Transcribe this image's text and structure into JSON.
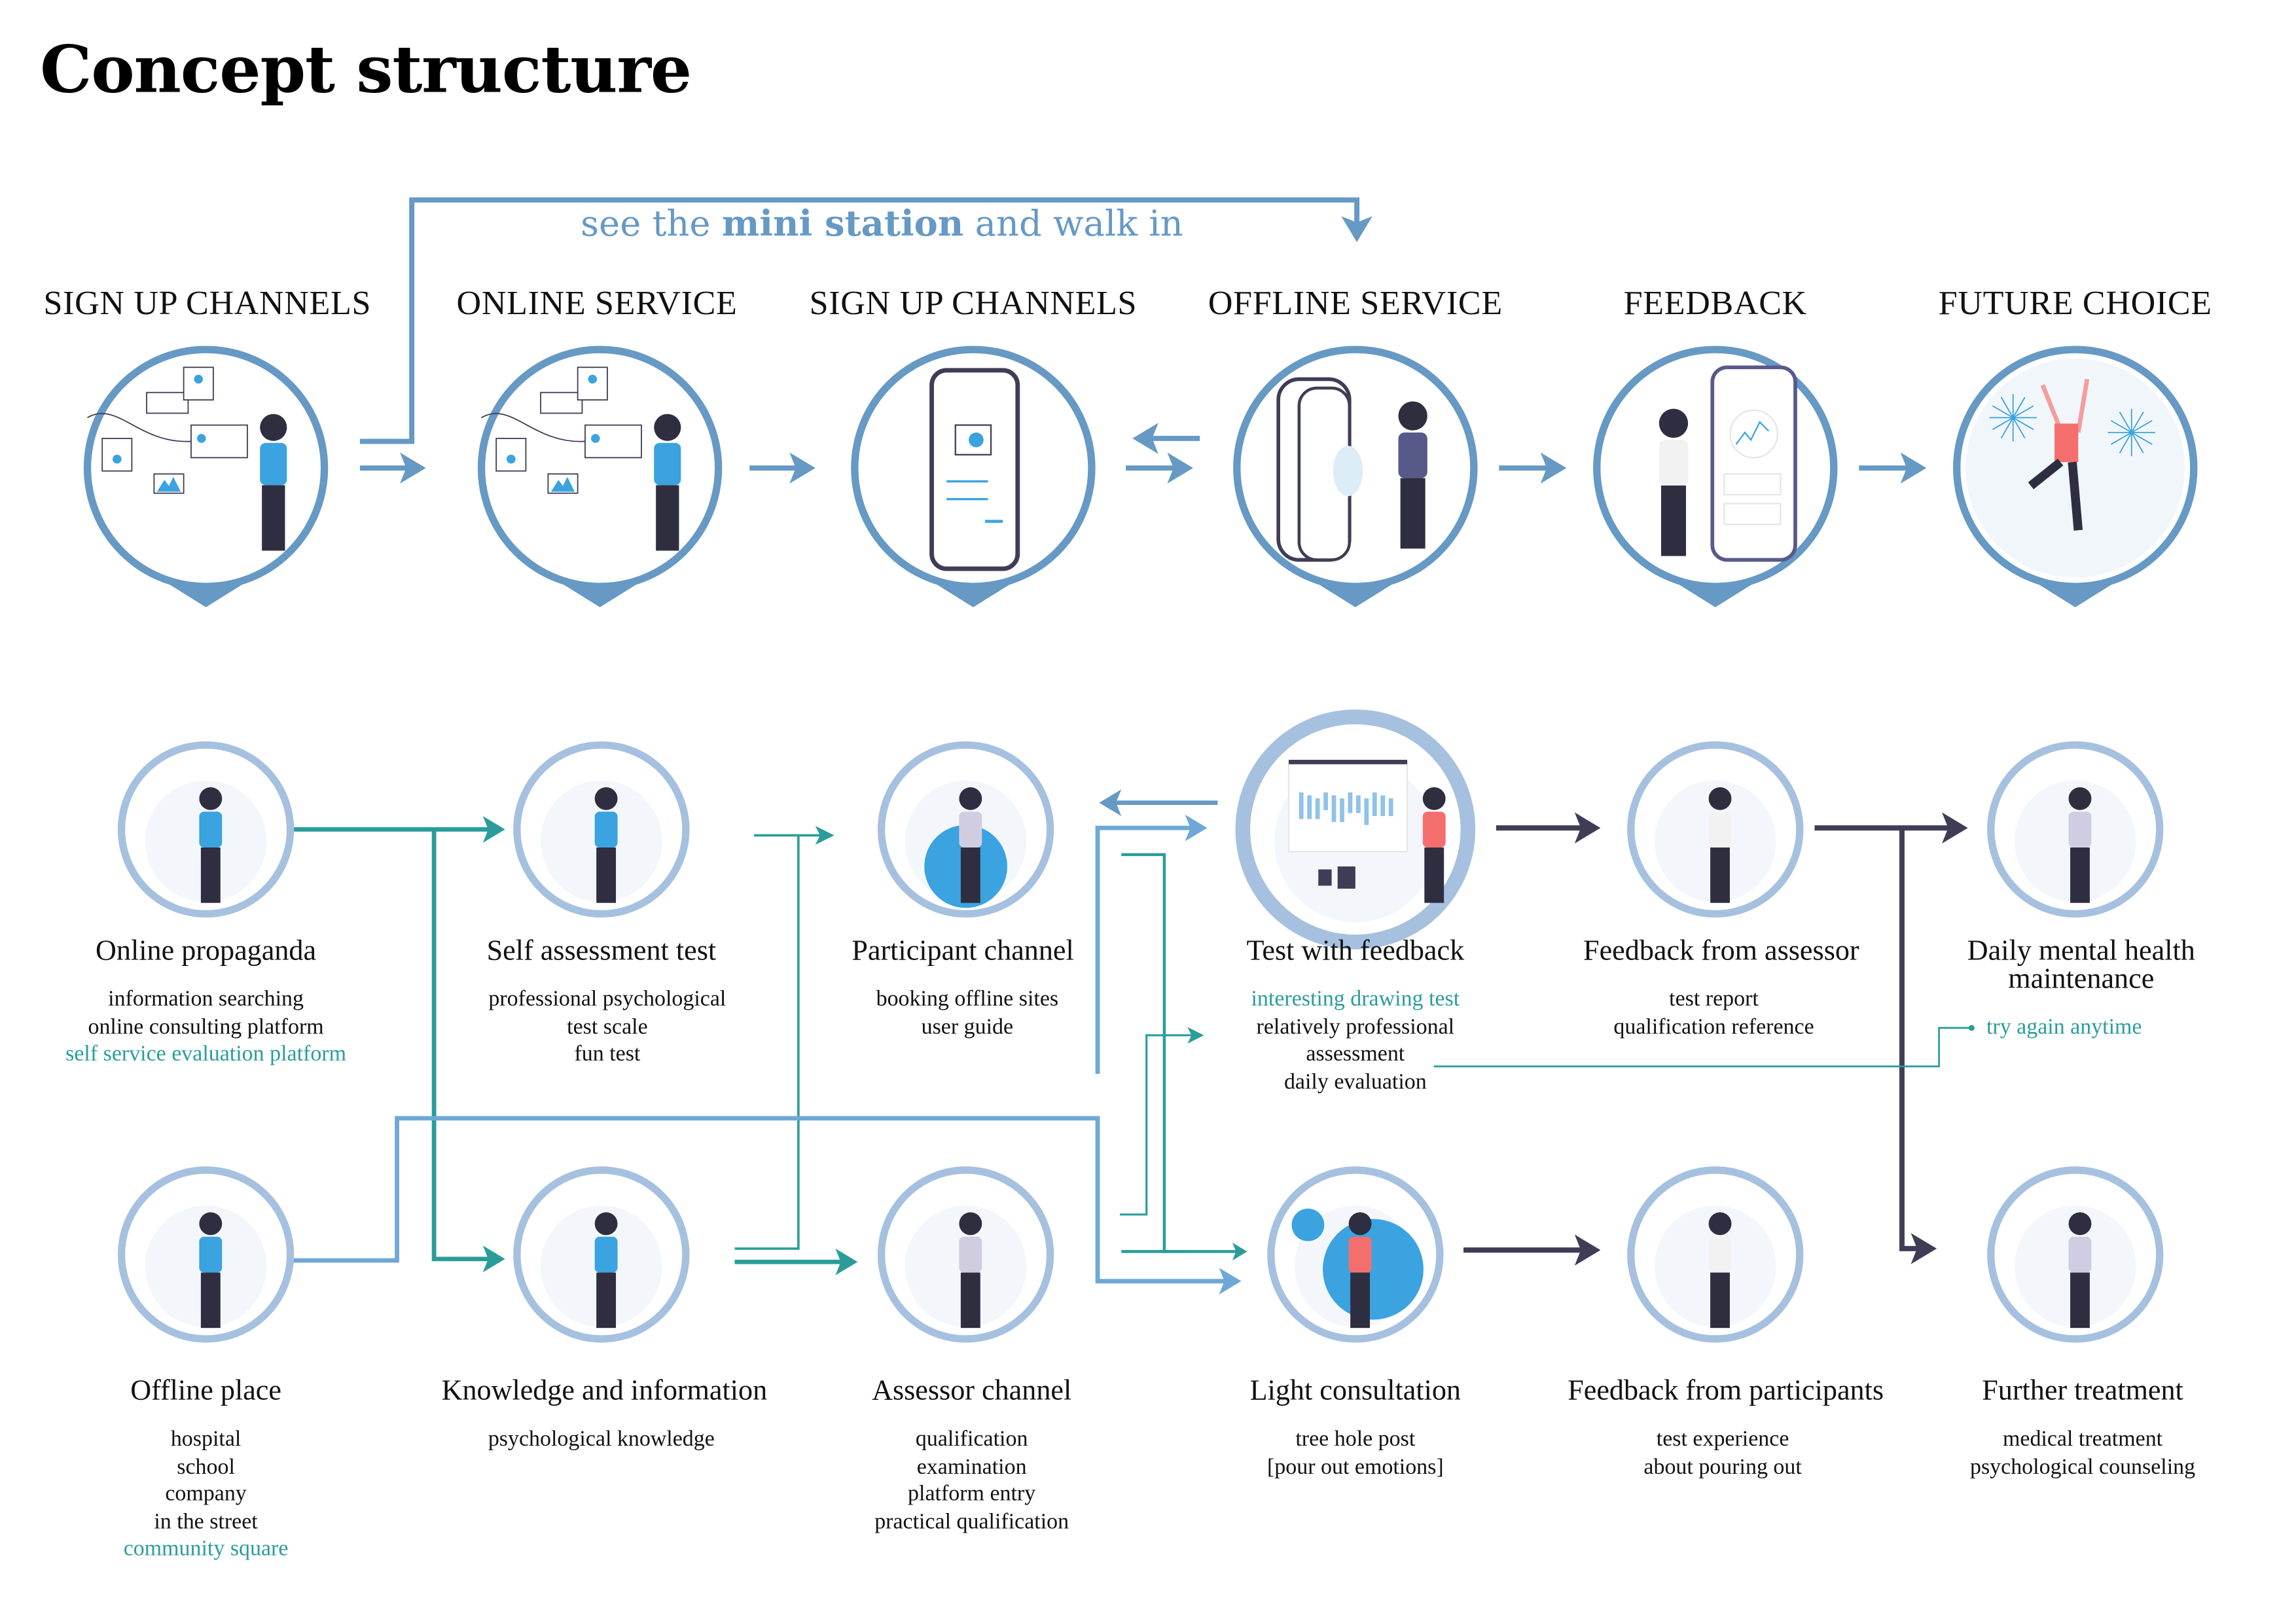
{
  "title": "Concept structure",
  "colors": {
    "top_ring": "#6699c4",
    "node_ring": "#a6c1df",
    "teal": "#2a9d9b",
    "blue_line": "#6fa8d6",
    "dark_arrow": "#3f3d56"
  },
  "top_annotation": {
    "prefix": "see the ",
    "bold": "mini station",
    "suffix": " and walk in"
  },
  "stages": [
    {
      "label": "SIGN UP CHANNELS",
      "illustration": "woman-connecting-cards-illustration"
    },
    {
      "label": "ONLINE SERVICE",
      "illustration": "woman-connecting-cards-illustration"
    },
    {
      "label": "SIGN UP CHANNELS",
      "illustration": "smartphone-app-illustration"
    },
    {
      "label": "OFFLINE SERVICE",
      "illustration": "woman-at-mini-station-illustration"
    },
    {
      "label": "FEEDBACK",
      "illustration": "woman-with-phone-chart-illustration"
    },
    {
      "label": "FUTURE CHOICE",
      "illustration": "woman-jumping-fireworks-illustration"
    }
  ],
  "nodes_middle": [
    {
      "title": "Online propaganda",
      "lines": [
        "information searching",
        "online consulting platform"
      ],
      "highlight": "self service evaluation platform"
    },
    {
      "title": "Self assessment test",
      "lines": [
        "professional psychological",
        "test scale",
        "fun test"
      ]
    },
    {
      "title": "Participant channel",
      "lines": [
        "booking offline sites",
        "user guide"
      ]
    },
    {
      "title": "Test with feedback",
      "highlight_first": "interesting drawing test",
      "lines": [
        "relatively professional",
        "assessment",
        "daily evaluation"
      ]
    },
    {
      "title": "Feedback from assessor",
      "lines": [
        "test report",
        "qualification reference"
      ]
    },
    {
      "title": "Daily mental health maintenance",
      "note": "try again anytime"
    }
  ],
  "nodes_bottom": [
    {
      "title": "Offline place",
      "lines": [
        "hospital",
        "school",
        "company",
        "in the street"
      ],
      "highlight": "community square"
    },
    {
      "title": "Knowledge and information",
      "lines": [
        "psychological knowledge"
      ]
    },
    {
      "title": "Assessor channel",
      "lines": [
        "qualification",
        "examination",
        "platform entry",
        "practical qualification"
      ]
    },
    {
      "title": "Light consultation",
      "lines": [
        "tree hole post",
        "[pour out emotions]"
      ]
    },
    {
      "title": "Feedback from participants",
      "lines": [
        "test experience",
        "about pouring out"
      ]
    },
    {
      "title": "Further treatment",
      "lines": [
        "medical treatment",
        "psychological counseling"
      ]
    }
  ]
}
